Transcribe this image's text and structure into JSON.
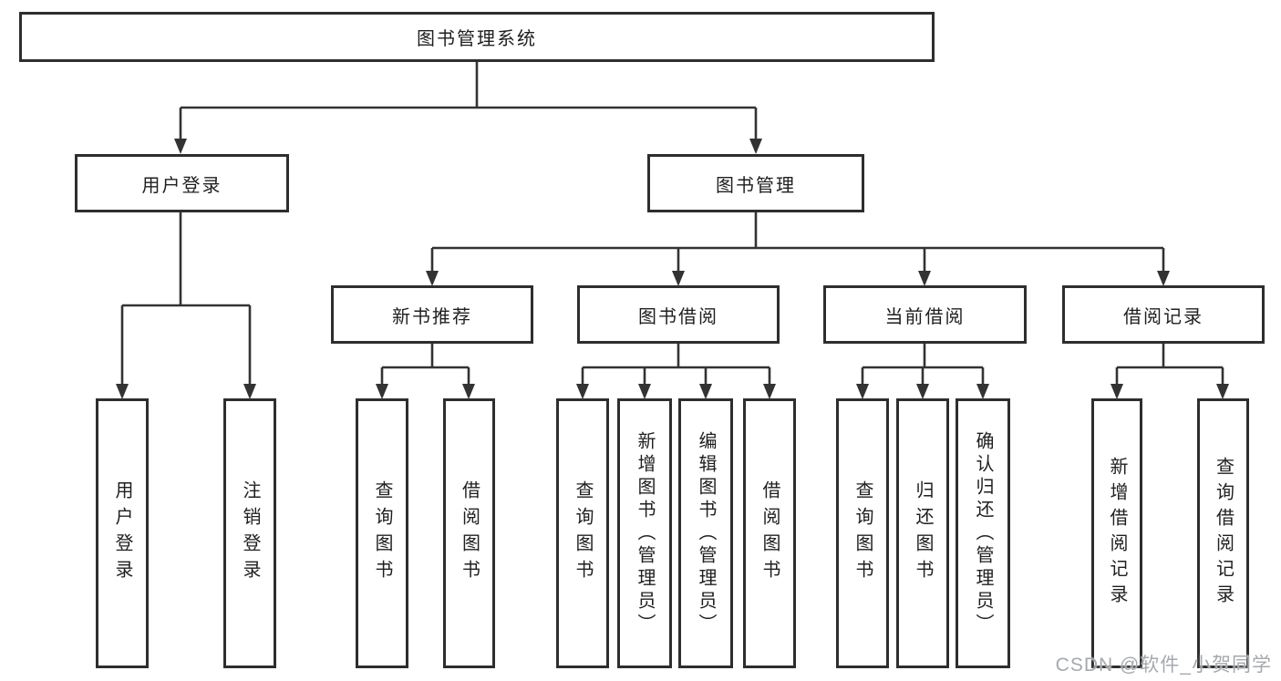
{
  "diagram": {
    "title": "图书管理系统",
    "level2": {
      "user_login": "用户登录",
      "book_mgmt": "图书管理"
    },
    "level3": {
      "new_book": "新书推荐",
      "book_borrow": "图书借阅",
      "current_borrow": "当前借阅",
      "borrow_records": "借阅记录"
    },
    "leaves": {
      "user_login": [
        "用户登录",
        "注销登录"
      ],
      "new_book": [
        "查询图书",
        "借阅图书"
      ],
      "book_borrow": [
        "查询图书",
        "新增图书（管理员）",
        "编辑图书（管理员）",
        "借阅图书"
      ],
      "current_borrow": [
        "查询图书",
        "归还图书",
        "确认归还（管理员）"
      ],
      "borrow_records": [
        "新增借阅记录",
        "查询借阅记录"
      ]
    }
  },
  "watermark": {
    "text": "CSDN @软件_小贺同学",
    "color": "#a5a9ad"
  },
  "colors": {
    "line": "#333333",
    "node_border": "#2e2e2e",
    "text": "#1f1f1f",
    "background": "#ffffff"
  }
}
